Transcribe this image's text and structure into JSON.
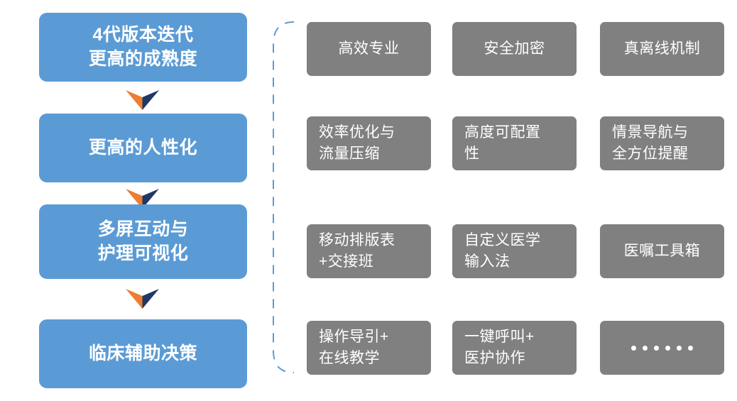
{
  "colors": {
    "flow_box_blue": "#5B9BD5",
    "feature_box_gray": "#808080",
    "arrow_orange": "#ED7D31",
    "arrow_navy": "#1F3864",
    "bracket_blue": "#5B9BD5",
    "text_white": "#FFFFFF",
    "background": "#FFFFFF"
  },
  "flow": {
    "steps": [
      {
        "label": "4代版本迭代\n更高的成熟度"
      },
      {
        "label": "更高的人性化"
      },
      {
        "label": "多屏互动与\n护理可视化"
      },
      {
        "label": "临床辅助决策"
      }
    ],
    "arrows": [
      {
        "name": "chevron-down-icon"
      },
      {
        "name": "chevron-down-icon"
      },
      {
        "name": "chevron-down-icon"
      }
    ]
  },
  "bracket": {
    "name": "dashed-bracket",
    "style": "dashed",
    "orientation": "left-brace"
  },
  "features": {
    "rows": [
      [
        {
          "label": "高效专业",
          "lines": 1
        },
        {
          "label": "安全加密",
          "lines": 1
        },
        {
          "label": "真离线机制",
          "lines": 1
        }
      ],
      [
        {
          "label": "效率优化与\n流量压缩",
          "lines": 2
        },
        {
          "label": "高度可配置\n性",
          "lines": 2
        },
        {
          "label": "情景导航与\n全方位提醒",
          "lines": 2
        }
      ],
      [
        {
          "label": "移动排版表\n+交接班",
          "lines": 2
        },
        {
          "label": "自定义医学\n输入法",
          "lines": 2
        },
        {
          "label": "医嘱工具箱",
          "lines": 1
        }
      ],
      [
        {
          "label": "操作导引+\n在线教学",
          "lines": 2
        },
        {
          "label": "一键呼叫+\n医护协作",
          "lines": 2
        },
        {
          "label": "······",
          "lines": 0,
          "dots": 6
        }
      ]
    ]
  }
}
